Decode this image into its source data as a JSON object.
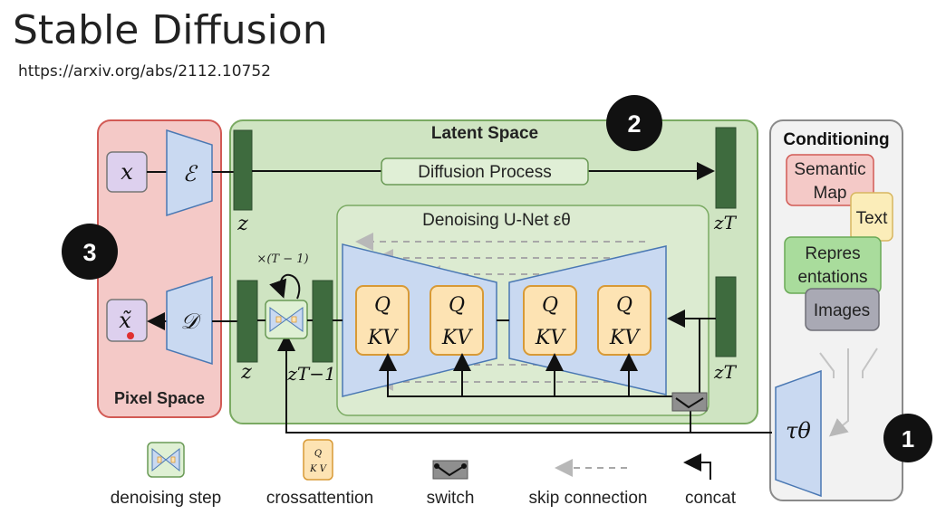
{
  "page": {
    "title": "Stable Diffusion",
    "url": "https://arxiv.org/abs/2112.10752"
  },
  "diagram": {
    "pixel_space_label": "Pixel Space",
    "latent_space_label": "Latent Space",
    "conditioning_label": "Conditioning",
    "diffusion_process_label": "Diffusion Process",
    "unet_label": "Denoising U-Net εθ",
    "x_symbol": "x",
    "x_tilde_symbol": "x̃",
    "encoder_symbol": "ℰ",
    "decoder_symbol": "𝒟",
    "z_label": "z",
    "z_t_label": "zT",
    "z_t_minus_1_label": "zT−1",
    "repeat_label": "×(T − 1)",
    "tau_label": "τθ",
    "qkv_q": "Q",
    "qkv_kv": "KV",
    "conditioning_items": [
      "Semantic Map",
      "Text",
      "Representations",
      "Images"
    ],
    "markers": [
      "1",
      "2",
      "3"
    ]
  },
  "legend": {
    "denoising_step": "denoising step",
    "crossattention": "crossattention",
    "switch": "switch",
    "skip_connection": "skip connection",
    "concat": "concat"
  },
  "colors": {
    "pixel_bg": "#f4c9c7",
    "pixel_border": "#d25a55",
    "latent_bg": "#cfe4c2",
    "latent_border": "#7aaa62",
    "unet_block": "#c9d9f1",
    "qkv_fill": "#fde3b3",
    "qkv_border": "#d89a36",
    "dark_green": "#3e6b3e",
    "conditioning_bg": "#f2f2f2"
  }
}
